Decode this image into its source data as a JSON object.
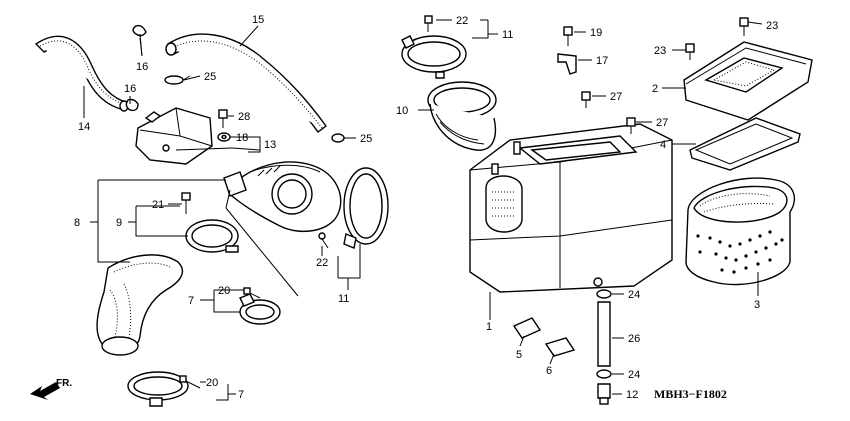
{
  "diagram": {
    "code": "MBH3−F1802",
    "direction": "FR.",
    "labels": {
      "l1": "1",
      "l2": "2",
      "l3": "3",
      "l4": "4",
      "l5": "5",
      "l6": "6",
      "l7a": "7",
      "l7b": "7",
      "l8": "8",
      "l9": "9",
      "l10": "10",
      "l11a": "11",
      "l11b": "11",
      "l12": "12",
      "l13": "13",
      "l14": "14",
      "l15": "15",
      "l16a": "16",
      "l16b": "16",
      "l17": "17",
      "l18": "18",
      "l19": "19",
      "l20a": "20",
      "l20b": "20",
      "l21": "21",
      "l22a": "22",
      "l22b": "22",
      "l23a": "23",
      "l23b": "23",
      "l24a": "24",
      "l24b": "24",
      "l25a": "25",
      "l25b": "25",
      "l26": "26",
      "l27a": "27",
      "l27b": "27",
      "l28": "28"
    }
  }
}
